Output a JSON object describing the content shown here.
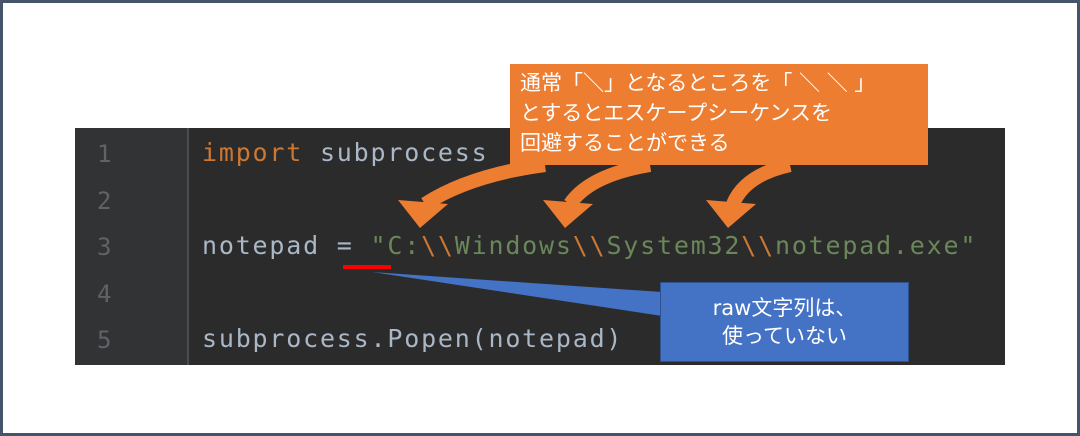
{
  "editor": {
    "line_numbers": [
      "1",
      "2",
      "3",
      "4",
      "5"
    ],
    "line1": {
      "keyword": "import",
      "rest": " subprocess"
    },
    "line3": {
      "var": "notepad = ",
      "q1": "\"C:",
      "e1": "\\\\",
      "s1": "Windows",
      "e2": "\\\\",
      "s2": "System32",
      "e3": "\\\\",
      "s3": "notepad.exe\""
    },
    "line5": {
      "text": "subprocess.Popen(notepad)"
    }
  },
  "callouts": {
    "orange": {
      "lines": [
        "通常「＼」となるところを「 ＼ ＼ 」",
        "とするとエスケープシーケンスを",
        "回避することができる"
      ],
      "color": "#ed7d31"
    },
    "blue": {
      "lines": [
        "raw文字列は、",
        "使っていない"
      ],
      "color": "#4472c4"
    }
  }
}
